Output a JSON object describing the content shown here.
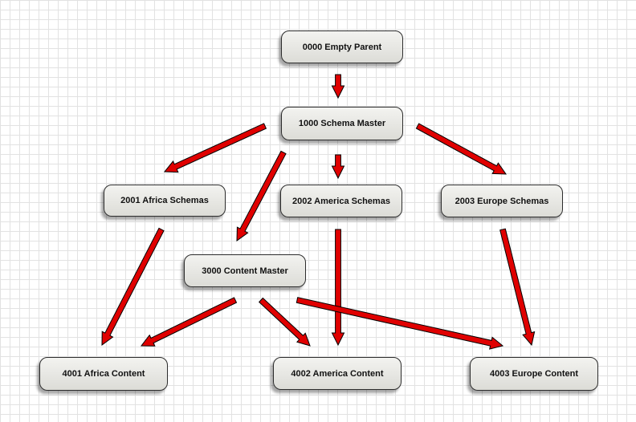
{
  "diagram": {
    "nodes": [
      {
        "id": "n0000",
        "label": "0000 Empty Parent"
      },
      {
        "id": "n1000",
        "label": "1000 Schema Master"
      },
      {
        "id": "n2001",
        "label": "2001 Africa Schemas"
      },
      {
        "id": "n2002",
        "label": "2002 America Schemas"
      },
      {
        "id": "n2003",
        "label": "2003 Europe Schemas"
      },
      {
        "id": "n3000",
        "label": "3000 Content Master"
      },
      {
        "id": "n4001",
        "label": "4001 Africa Content"
      },
      {
        "id": "n4002",
        "label": "4002 America Content"
      },
      {
        "id": "n4003",
        "label": "4003 Europe Content"
      }
    ],
    "edges": [
      {
        "from": "n0000",
        "to": "n1000"
      },
      {
        "from": "n1000",
        "to": "n2001"
      },
      {
        "from": "n1000",
        "to": "n2002"
      },
      {
        "from": "n1000",
        "to": "n2003"
      },
      {
        "from": "n1000",
        "to": "n3000"
      },
      {
        "from": "n2001",
        "to": "n4001"
      },
      {
        "from": "n2002",
        "to": "n4002"
      },
      {
        "from": "n2003",
        "to": "n4003"
      },
      {
        "from": "n3000",
        "to": "n4001"
      },
      {
        "from": "n3000",
        "to": "n4002"
      },
      {
        "from": "n3000",
        "to": "n4003"
      }
    ],
    "colors": {
      "arrow_fill": "#e00000",
      "arrow_stroke": "#000000"
    }
  }
}
